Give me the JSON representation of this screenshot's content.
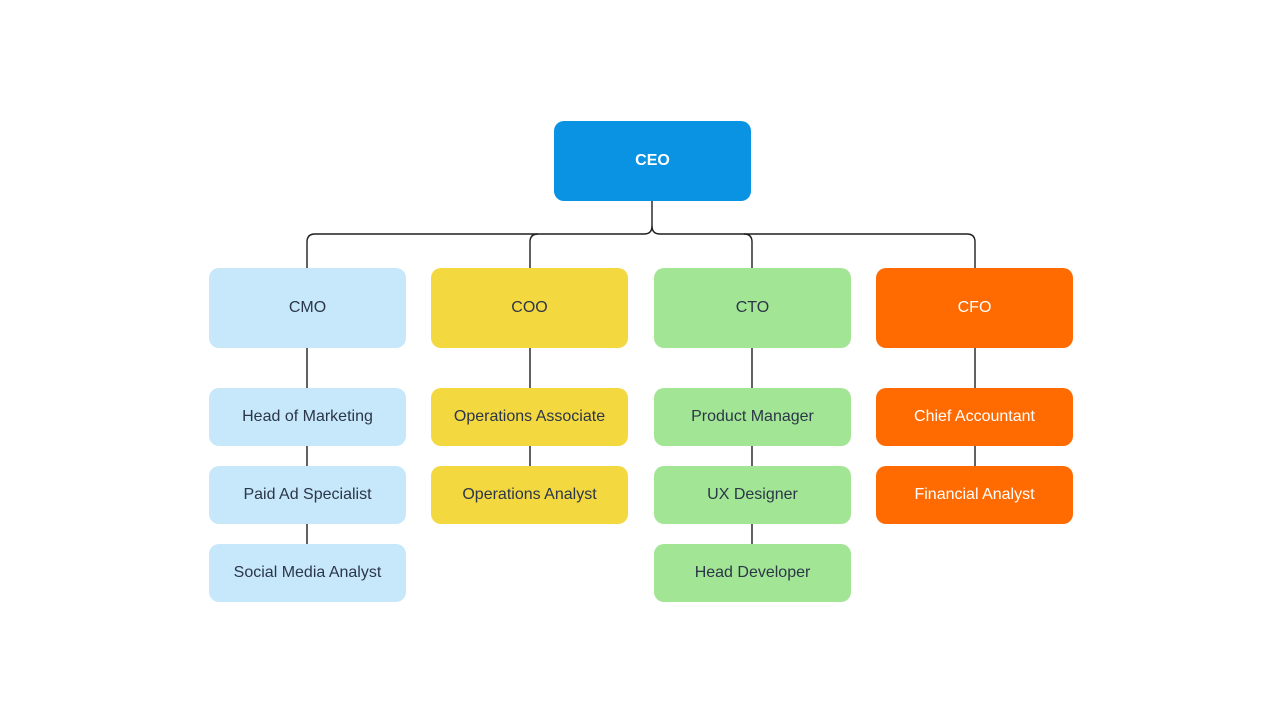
{
  "colors": {
    "ceo": "#0a93e2",
    "cmo": "#c7e8fb",
    "coo": "#f4d840",
    "cto": "#a2e594",
    "cfo": "#ff6b00",
    "line": "#1e1e1e",
    "dark_text": "#2b3648",
    "light_text": "#ffffff"
  },
  "chart": {
    "root": {
      "label": "CEO"
    },
    "departments": [
      {
        "key": "cmo",
        "label": "CMO",
        "reports": [
          "Head of Marketing",
          "Paid Ad Specialist",
          "Social Media Analyst"
        ]
      },
      {
        "key": "coo",
        "label": "COO",
        "reports": [
          "Operations Associate",
          "Operations Analyst"
        ]
      },
      {
        "key": "cto",
        "label": "CTO",
        "reports": [
          "Product Manager",
          "UX Designer",
          "Head Developer"
        ]
      },
      {
        "key": "cfo",
        "label": "CFO",
        "reports": [
          "Chief Accountant",
          "Financial Analyst"
        ]
      }
    ]
  }
}
